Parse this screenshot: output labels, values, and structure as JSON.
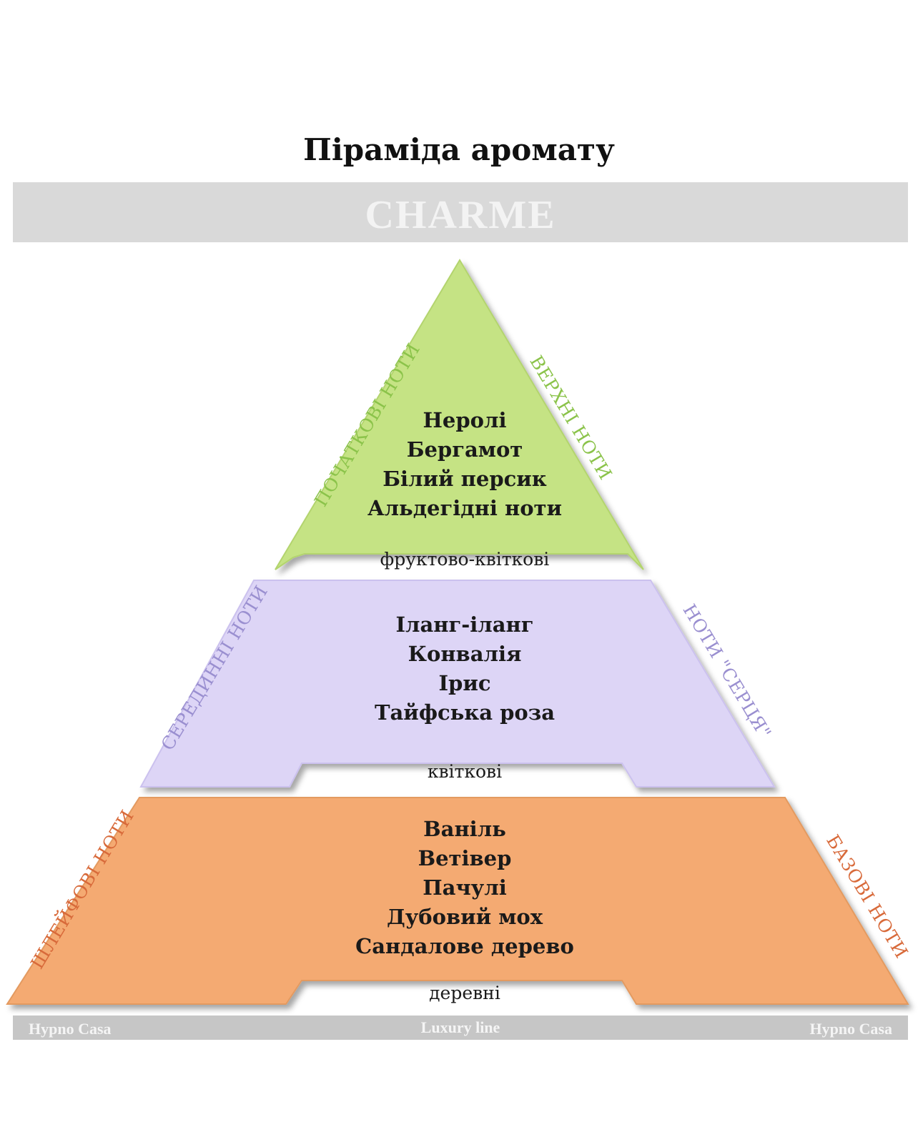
{
  "title": "Піраміда аромату",
  "banner": {
    "text": "CHARME"
  },
  "levels": [
    {
      "id": "top",
      "left_label": "ПОЧАТКОВІ НОТИ",
      "right_label": "ВЕРХНІ НОТИ",
      "notes": [
        "Неролі",
        "Бергамот",
        "Білий персик",
        "Альдегідні ноти"
      ],
      "family": "фруктово-квіткові",
      "color": "#c5e384"
    },
    {
      "id": "middle",
      "left_label": "СЕРЕДИННІ НОТИ",
      "right_label": "НОТИ \"СЕРЦЯ\"",
      "notes": [
        "Іланг-іланг",
        "Конвалія",
        "Ірис",
        "Тайфська роза"
      ],
      "family": "квіткові",
      "color": "#ddd5f6"
    },
    {
      "id": "base",
      "left_label": "ШЛЕЙФОВІ НОТИ",
      "right_label": "БАЗОВІ НОТИ",
      "notes": [
        "Ваніль",
        "Ветівер",
        "Пачулі",
        "Дубовий мох",
        "Сандалове дерево"
      ],
      "family": "деревні",
      "color": "#f4aa72"
    }
  ],
  "footer": {
    "left": "Hypno Casa",
    "center": "Luxury line",
    "right": "Hypno Casa"
  }
}
